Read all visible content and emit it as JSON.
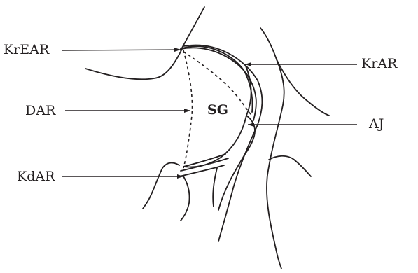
{
  "labels": {
    "krear": "KrEAR",
    "dar": "DAR",
    "kdar": "KdAR",
    "krar": "KrAR",
    "aj": "AJ",
    "sg": "SG"
  },
  "colors": {
    "ink": "#231f20",
    "background": "#ffffff"
  }
}
